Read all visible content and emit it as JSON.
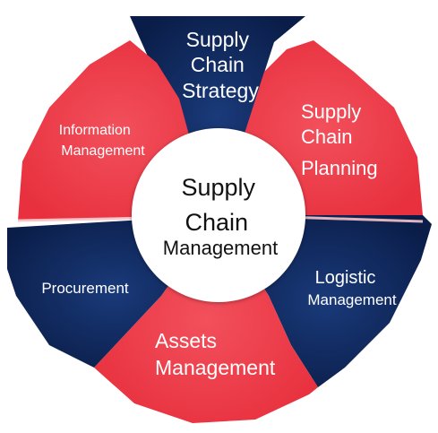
{
  "center": {
    "lines": [
      "Supply",
      "Chain",
      "Management"
    ]
  },
  "segments": [
    {
      "id": "supply-chain-strategy",
      "lines": [
        "Supply",
        "Chain",
        "Strategy"
      ],
      "color": "#0d2557"
    },
    {
      "id": "supply-chain-planning",
      "lines": [
        "Supply",
        "Chain",
        "Planning"
      ],
      "color": "#ee3a47"
    },
    {
      "id": "logistic-management",
      "lines": [
        "Logistic",
        "Management"
      ],
      "color": "#0d2557"
    },
    {
      "id": "assets-management",
      "lines": [
        "Assets",
        "Management"
      ],
      "color": "#ee3a47"
    },
    {
      "id": "procurement",
      "lines": [
        "Procurement"
      ],
      "color": "#0d2557"
    },
    {
      "id": "information-management",
      "lines": [
        "Information",
        "Management"
      ],
      "color": "#ee3a47"
    }
  ],
  "colors": {
    "navy": "#0d2557",
    "red": "#ee3a47",
    "center_fill": "#ffffff",
    "center_text": "#111111"
  }
}
